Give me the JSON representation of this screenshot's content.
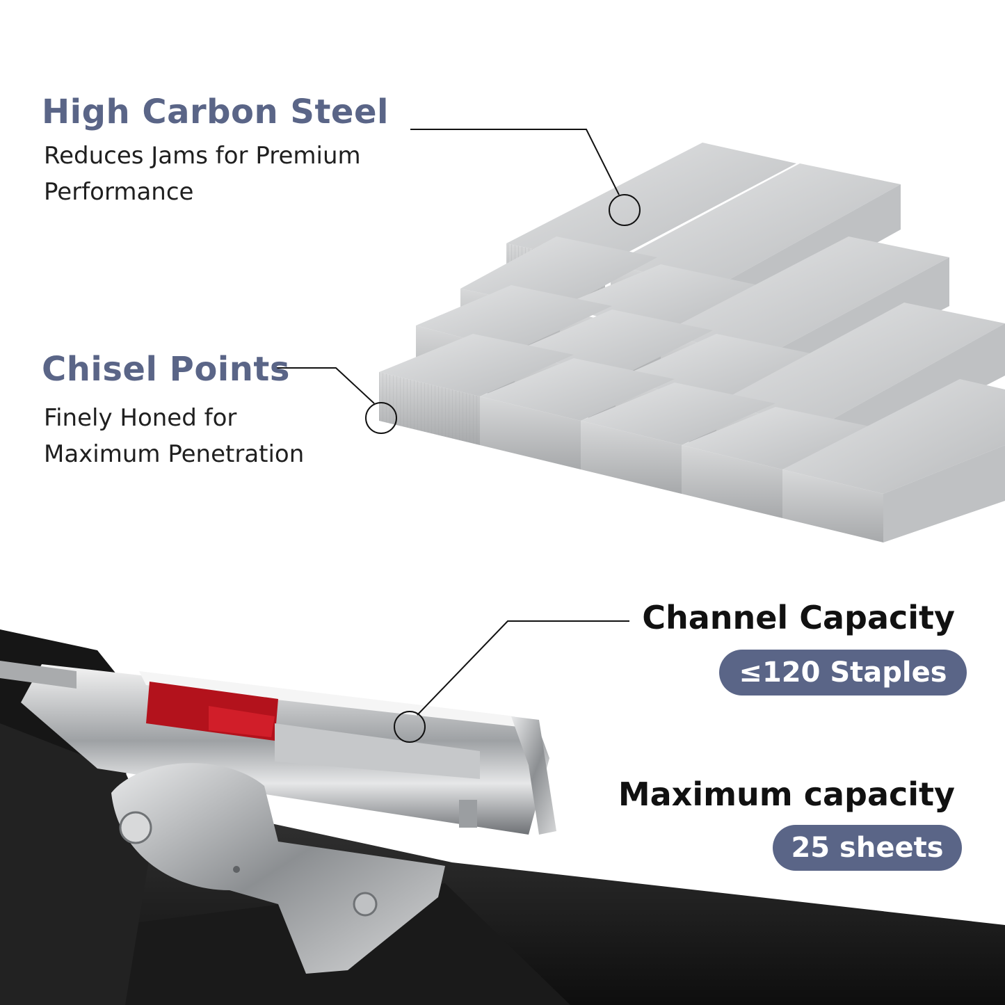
{
  "features": {
    "carbon_steel": {
      "title": "High Carbon Steel",
      "line1": "Reduces Jams for Premium",
      "line2": "Performance"
    },
    "chisel_points": {
      "title": "Chisel Points",
      "line1": "Finely Honed for",
      "line2": "Maximum Penetration"
    }
  },
  "specs": {
    "channel_capacity": {
      "title": "Channel Capacity",
      "value": "≤120 Staples"
    },
    "maximum_capacity": {
      "title": "Maximum capacity",
      "value": "25 sheets"
    }
  },
  "colors": {
    "accent": "#5a6587",
    "text_dark": "#111111",
    "steel": "#c9cbcd",
    "stapler_black": "#1c1c1c",
    "pusher_red": "#b3121c"
  }
}
